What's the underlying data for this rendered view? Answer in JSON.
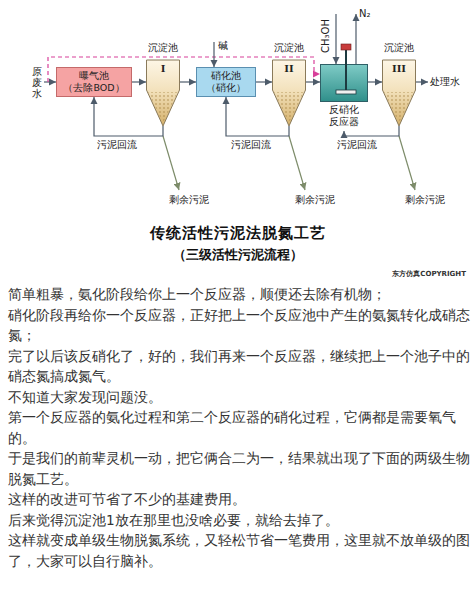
{
  "diagram": {
    "title": "传统活性污泥法脱氮工艺",
    "caption": "（三级活性污泥流程）",
    "nodes": [
      {
        "text": [
          "曝气池",
          "（去除BOD）"
        ]
      },
      {
        "text": [
          "沉淀池",
          "I"
        ]
      },
      {
        "text": [
          "硝化池",
          "（硝化）"
        ]
      },
      {
        "text": [
          "沉淀池",
          "II"
        ]
      },
      {
        "text": [
          "反硝化 反应器"
        ]
      },
      {
        "text": [
          "沉淀池",
          "III"
        ]
      }
    ],
    "edges": [
      {
        "from": 0,
        "to": 1,
        "arrow": "to"
      },
      {
        "from": 1,
        "to": 2,
        "arrow": "to"
      },
      {
        "from": 2,
        "to": 3,
        "arrow": "to"
      },
      {
        "from": 3,
        "to": 4,
        "arrow": "to"
      },
      {
        "from": 4,
        "to": 5,
        "arrow": "to"
      },
      {
        "from": 1,
        "to": 0,
        "label": "污泥回流",
        "arrow": "to"
      },
      {
        "from": 3,
        "to": 2,
        "label": "污泥回流",
        "arrow": "to"
      },
      {
        "from": 5,
        "to": 4,
        "label": "污泥回流",
        "arrow": "to"
      }
    ],
    "labels": [
      "原废水",
      "碱",
      "CH₃OH",
      "N₂",
      "处理水",
      "剩余污泥",
      "剩余污泥",
      "剩余污泥",
      "东方仿真COPYRIGHT",
      "简单粗暴，氨化阶段给你上一个反应器，顺便还去除有机物；",
      "硝化阶段再给你一个反应器，正好把上一个反应池中产生的氨氮转化成硝态氮；",
      "完了以后该反硝化了，好的，我们再来一个反应器，继续把上一个池子中的硝态氮搞成氮气。",
      "不知道大家发现问题没。",
      "第一个反应器的氨化过程和第二个反应器的硝化过程，它俩都是需要氧气的。",
      "于是我们的前辈灵机一动，把它俩合二为一，结果就出现了下面的两级生物脱氮工艺。",
      "这样的改进可节省了不少的基建费用。",
      "后来觉得沉淀池1放在那里也没啥必要，就给去掉了。",
      "这样就变成单级生物脱氮系统，又轻松节省一笔费用，这里就不放单级的图了，大家可以自行脑补。"
    ]
  }
}
